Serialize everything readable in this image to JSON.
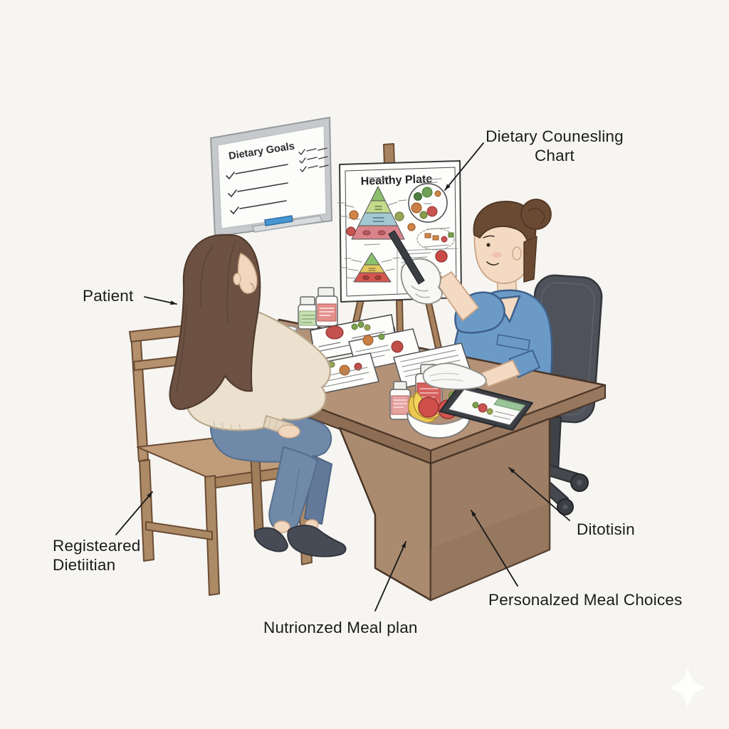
{
  "whiteboard": {
    "title": "Dietary Goals"
  },
  "poster": {
    "title": "Healthy Plate"
  },
  "labels": {
    "chart": {
      "line1": "Dietary Counesling",
      "line2": "Chart"
    },
    "patient": "Patient",
    "dietitian": {
      "line1": "Registeared",
      "line2": "Dietiitian"
    },
    "meal_plan": "Nutrionzed Meal plan",
    "meal_choices": "Personalzed Meal Choices",
    "dietitian_right": "Ditotisin"
  },
  "icons": {
    "sparkle": "four-point-star-watermark",
    "marker": "blue-whiteboard-marker",
    "checkmarks": "checklist-ticks"
  },
  "colors": {
    "background": "#f6f5f2",
    "desk_top": "#b39278",
    "desk_front": "#aa8b6f",
    "desk_side": "#9d7e65",
    "scrubs_blue": "#6b9ac7",
    "sweater_cream": "#ece1cf",
    "jeans_blue": "#7089a8",
    "marker_blue": "#4796d2",
    "pyramid_green": "#8cc06c",
    "pyramid_lightgreen": "#c3da8c",
    "pyramid_blue": "#a3c8d2",
    "pyramid_red": "#d9838a",
    "annotation_text": "#1b1b1b"
  }
}
